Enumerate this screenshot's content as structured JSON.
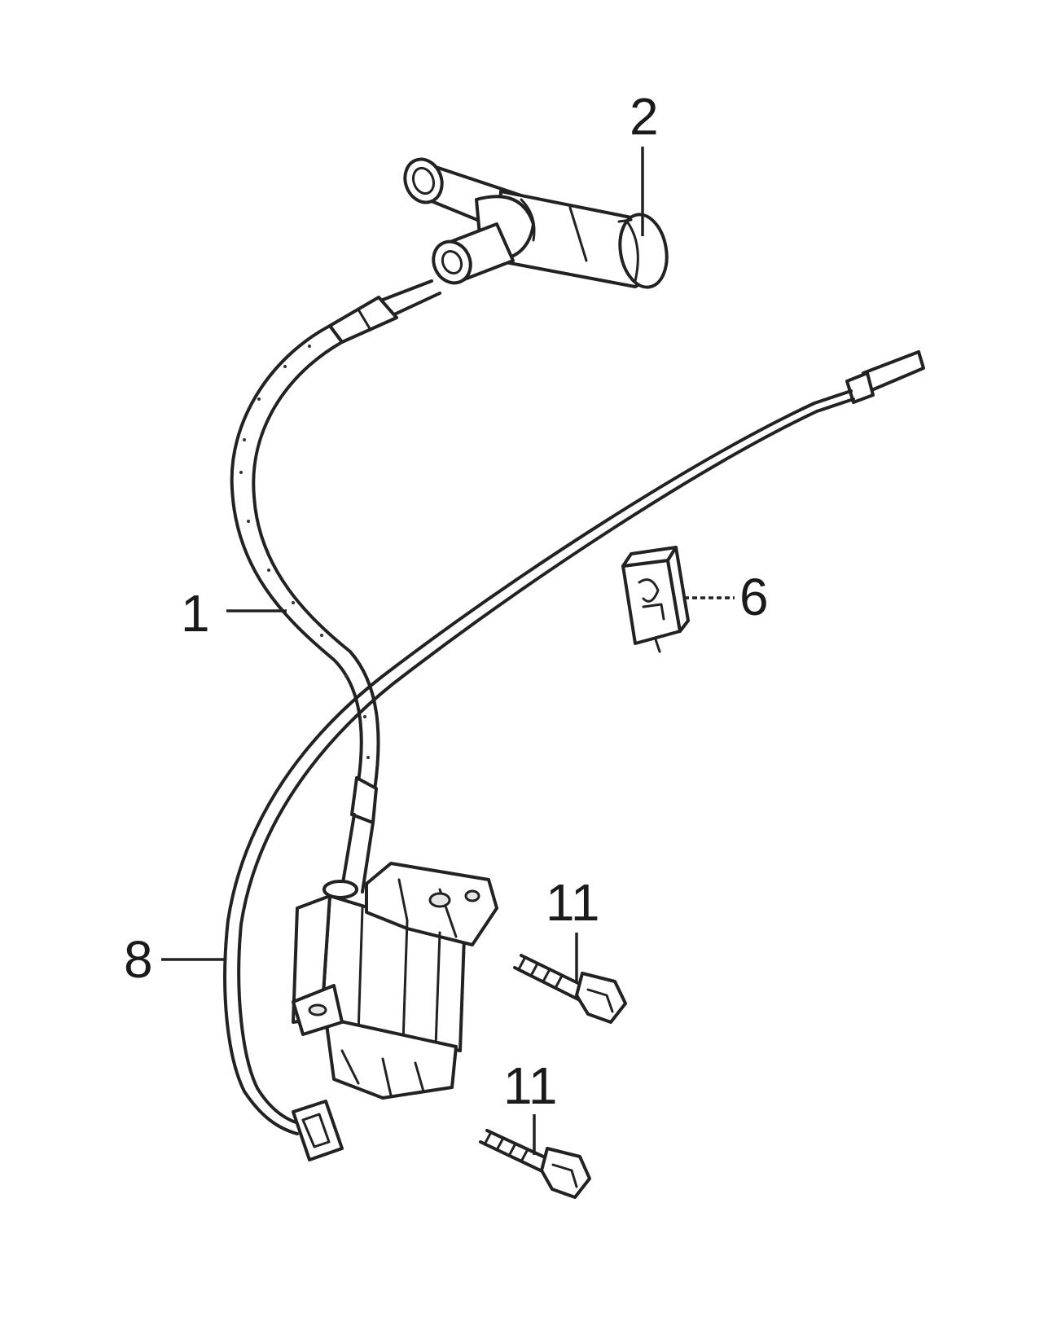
{
  "callouts": {
    "ignition_coil": "1",
    "spark_plug_cap": "2",
    "connector_clip": "6",
    "stop_switch_wire": "8",
    "bolt_upper": "11",
    "bolt_lower": "11"
  },
  "colors": {
    "line": "#222222",
    "background": "#ffffff"
  }
}
